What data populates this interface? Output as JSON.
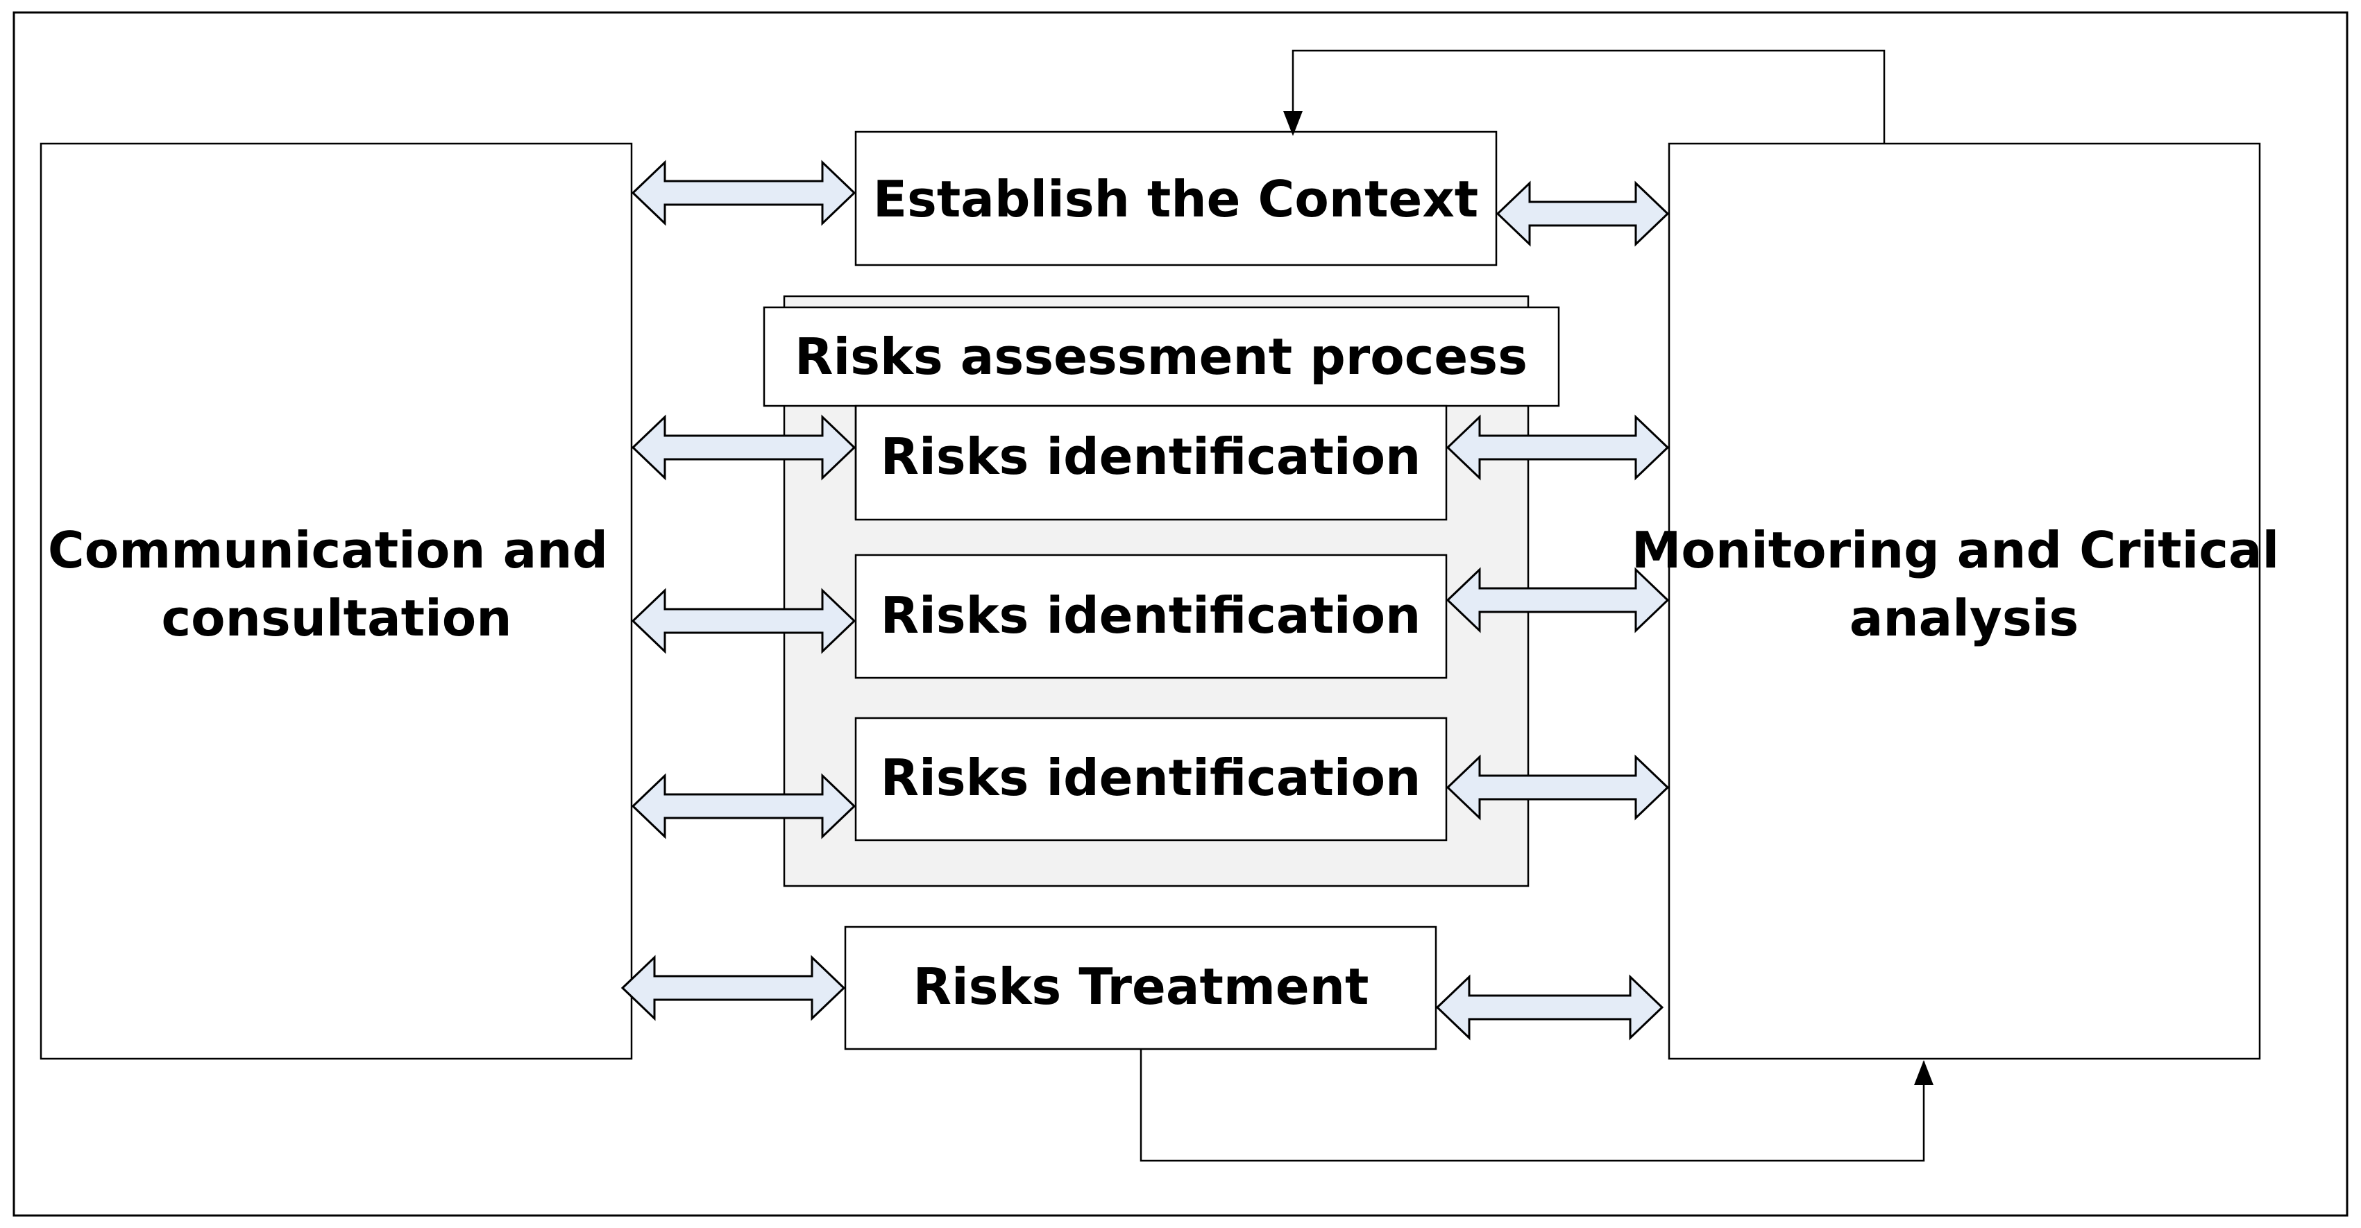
{
  "diagram": {
    "left_panel": {
      "line1": "Communication and",
      "line2": "consultation"
    },
    "right_panel": {
      "line1": "Monitoring and Critical",
      "line2": "analysis"
    },
    "establish_context": "Establish the Context",
    "assessment": {
      "title": "Risks assessment process",
      "steps": [
        "Risks identification",
        "Risks identification",
        "Risks identification"
      ]
    },
    "treatment": "Risks Treatment"
  },
  "colors": {
    "stroke": "#000000",
    "box_fill": "#ffffff",
    "group_fill": "#f2f2f2",
    "arrow_fill": "#e4ecf7"
  }
}
